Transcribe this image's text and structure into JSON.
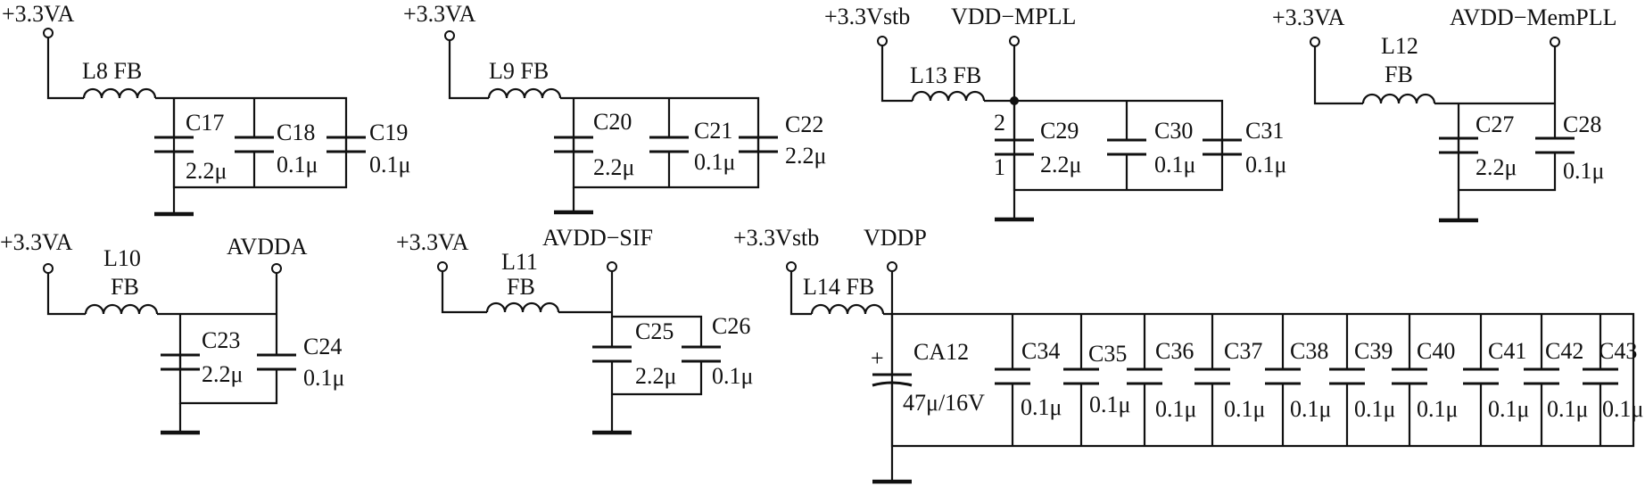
{
  "rails": {
    "p3v3va": "+3.3VA",
    "p3v3vstb": "+3.3Vstb",
    "vdd_mpll": "VDD−MPLL",
    "avdd_mempll": "AVDD−MemPLL",
    "avdda": "AVDDA",
    "avdd_sif": "AVDD−SIF",
    "vddp": "VDDP"
  },
  "inductors": {
    "l8": "L8 FB",
    "l9": "L9 FB",
    "l13": "L13 FB",
    "l12_ref": "L12",
    "l12_val": "FB",
    "l10_ref": "L10",
    "l10_val": "FB",
    "l11_ref": "L11",
    "l11_val": "FB",
    "l14": "L14 FB"
  },
  "capacitors": {
    "c17": {
      "ref": "C17",
      "value": "2.2μ"
    },
    "c18": {
      "ref": "C18",
      "value": "0.1μ"
    },
    "c19": {
      "ref": "C19",
      "value": "0.1μ"
    },
    "c20": {
      "ref": "C20",
      "value": "2.2μ"
    },
    "c21": {
      "ref": "C21",
      "value": "0.1μ"
    },
    "c22": {
      "ref": "C22",
      "value": "2.2μ"
    },
    "c29": {
      "ref": "C29",
      "value": "2.2μ",
      "pin_top": "2",
      "pin_bottom": "1"
    },
    "c30": {
      "ref": "C30",
      "value": "0.1μ"
    },
    "c31": {
      "ref": "C31",
      "value": "0.1μ"
    },
    "c27": {
      "ref": "C27",
      "value": "2.2μ"
    },
    "c28": {
      "ref": "C28",
      "value": "0.1μ"
    },
    "c23": {
      "ref": "C23",
      "value": "2.2μ"
    },
    "c24": {
      "ref": "C24",
      "value": "0.1μ"
    },
    "c25": {
      "ref": "C25",
      "value": "2.2μ"
    },
    "c26": {
      "ref": "C26",
      "value": "0.1μ"
    },
    "ca12": {
      "ref": "CA12",
      "value": "47μ/16V",
      "polarity": "+"
    },
    "c34": {
      "ref": "C34",
      "value": "0.1μ"
    },
    "c35": {
      "ref": "C35",
      "value": "0.1μ"
    },
    "c36": {
      "ref": "C36",
      "value": "0.1μ"
    },
    "c37": {
      "ref": "C37",
      "value": "0.1μ"
    },
    "c38": {
      "ref": "C38",
      "value": "0.1μ"
    },
    "c39": {
      "ref": "C39",
      "value": "0.1μ"
    },
    "c40": {
      "ref": "C40",
      "value": "0.1μ"
    },
    "c41": {
      "ref": "C41",
      "value": "0.1μ"
    },
    "c42": {
      "ref": "C42",
      "value": "0.1μ"
    },
    "c43": {
      "ref": "C43",
      "value": "0.1μ"
    }
  }
}
